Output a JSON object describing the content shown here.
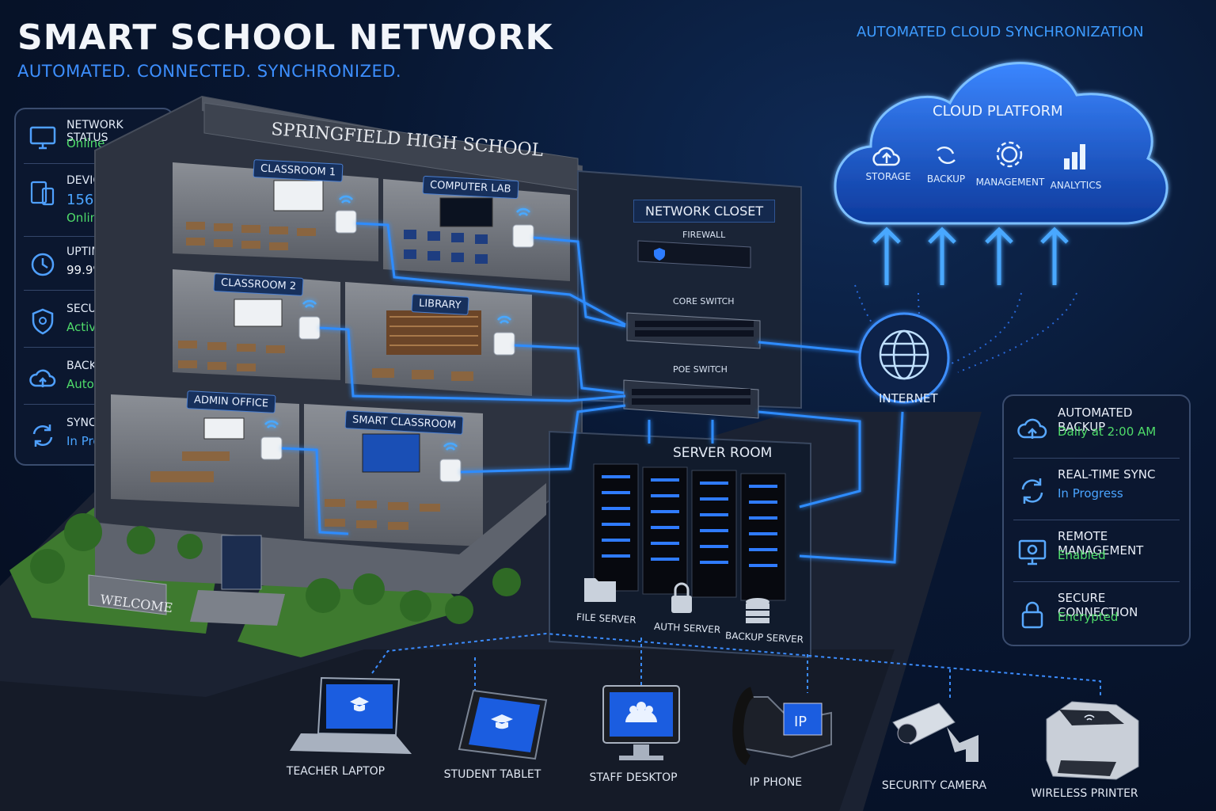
{
  "header": {
    "title": "SMART SCHOOL NETWORK",
    "subtitle": "AUTOMATED. CONNECTED. SYNCHRONIZED.",
    "cloud_heading": "AUTOMATED CLOUD SYNCHRONIZATION"
  },
  "status_panel": {
    "items": [
      {
        "label": "NETWORK STATUS",
        "value": "Online",
        "icon": "monitor-icon"
      },
      {
        "label": "DEVICES",
        "value": "156",
        "value2": "Online",
        "icon": "devices-icon"
      },
      {
        "label": "UPTIME",
        "value": "99.9%",
        "icon": "clock-icon"
      },
      {
        "label": "SECURITY",
        "value": "Active",
        "icon": "shield-icon"
      },
      {
        "label": "BACKUP",
        "value": "Automated",
        "icon": "cloud-upload-icon"
      },
      {
        "label": "SYNC STATUS",
        "value": "In Progress",
        "icon": "sync-icon"
      }
    ]
  },
  "building": {
    "sign": "SPRINGFIELD HIGH SCHOOL",
    "welcome": "WELCOME",
    "rooms": [
      "CLASSROOM 1",
      "COMPUTER LAB",
      "CLASSROOM 2",
      "LIBRARY",
      "ADMIN OFFICE",
      "SMART CLASSROOM"
    ]
  },
  "closet": {
    "title": "NETWORK CLOSET",
    "firewall": "FIREWALL",
    "core_switch": "CORE SWITCH",
    "poe_switch": "POE SWITCH"
  },
  "server_room": {
    "title": "SERVER ROOM",
    "services": [
      "FILE SERVER",
      "AUTH SERVER",
      "BACKUP SERVER"
    ]
  },
  "cloud": {
    "title": "CLOUD PLATFORM",
    "services": [
      "STORAGE",
      "BACKUP",
      "MANAGEMENT",
      "ANALYTICS"
    ],
    "internet": "INTERNET"
  },
  "features_panel": {
    "items": [
      {
        "label": "AUTOMATED BACKUP",
        "value": "Daily at 2:00 AM",
        "icon": "cloud-upload-icon"
      },
      {
        "label": "REAL-TIME SYNC",
        "value": "In Progress",
        "icon": "sync-icon"
      },
      {
        "label": "REMOTE MANAGEMENT",
        "value": "Enabled",
        "icon": "monitor-gear-icon"
      },
      {
        "label": "SECURE CONNECTION",
        "value": "Encrypted",
        "icon": "lock-icon"
      }
    ]
  },
  "endpoints": [
    "TEACHER LAPTOP",
    "STUDENT TABLET",
    "STAFF DESKTOP",
    "IP PHONE",
    "SECURITY CAMERA",
    "WIRELESS PRINTER"
  ],
  "phone_screen": "IP",
  "colors": {
    "accent": "#3d8fff",
    "online": "#4fdc6a",
    "glow": "#2f8cff"
  }
}
